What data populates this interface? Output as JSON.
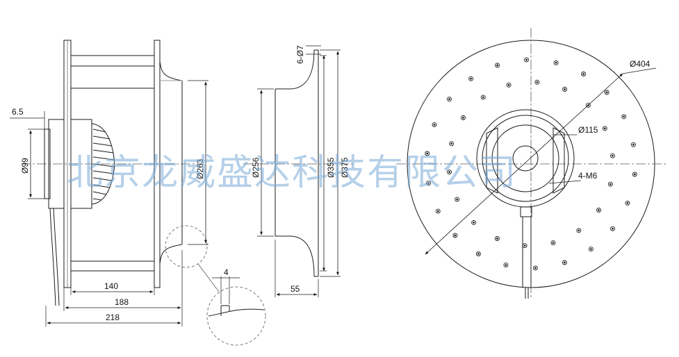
{
  "watermark": "北京龙威盛达科技有限公司",
  "dimensions": {
    "d65": "6.5",
    "d99": "Ø99",
    "d263": "Ø263",
    "d140": "140",
    "d188": "188",
    "d218": "218",
    "d4": "4",
    "d6x7": "6-Ø7",
    "d256": "Ø256",
    "d355": "Ø355",
    "d375": "Ø375",
    "d55": "55",
    "d404": "Ø404",
    "d115": "Ø115",
    "d4m6": "4-M6"
  },
  "colors": {
    "line": "#1a1a1a",
    "light": "#7a7a7a",
    "watermark": "#78aad7"
  }
}
